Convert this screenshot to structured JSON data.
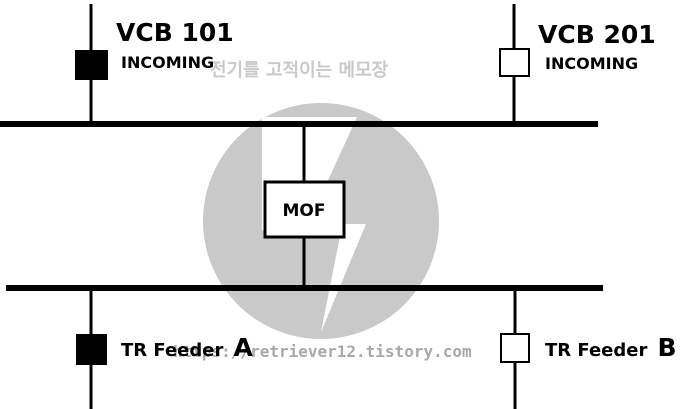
{
  "vcb_left": {
    "name": "VCB 101",
    "type": "INCOMING",
    "state": "closed"
  },
  "vcb_right": {
    "name": "VCB 201",
    "type": "INCOMING",
    "state": "open"
  },
  "mof": {
    "label": "MOF"
  },
  "feeder_left": {
    "label": "TR Feeder",
    "letter": "A",
    "state": "closed"
  },
  "feeder_right": {
    "label": "TR Feeder",
    "letter": "B",
    "state": "open"
  },
  "watermark": {
    "title": "전기를 고적이는 메모장",
    "url": "https://retriever12.tistory.com",
    "icon": "lightning-bolt-icon"
  },
  "colors": {
    "line": "#000000",
    "watermark": "#c9c9c9",
    "breaker_closed": "#000000",
    "breaker_open": "#ffffff"
  }
}
